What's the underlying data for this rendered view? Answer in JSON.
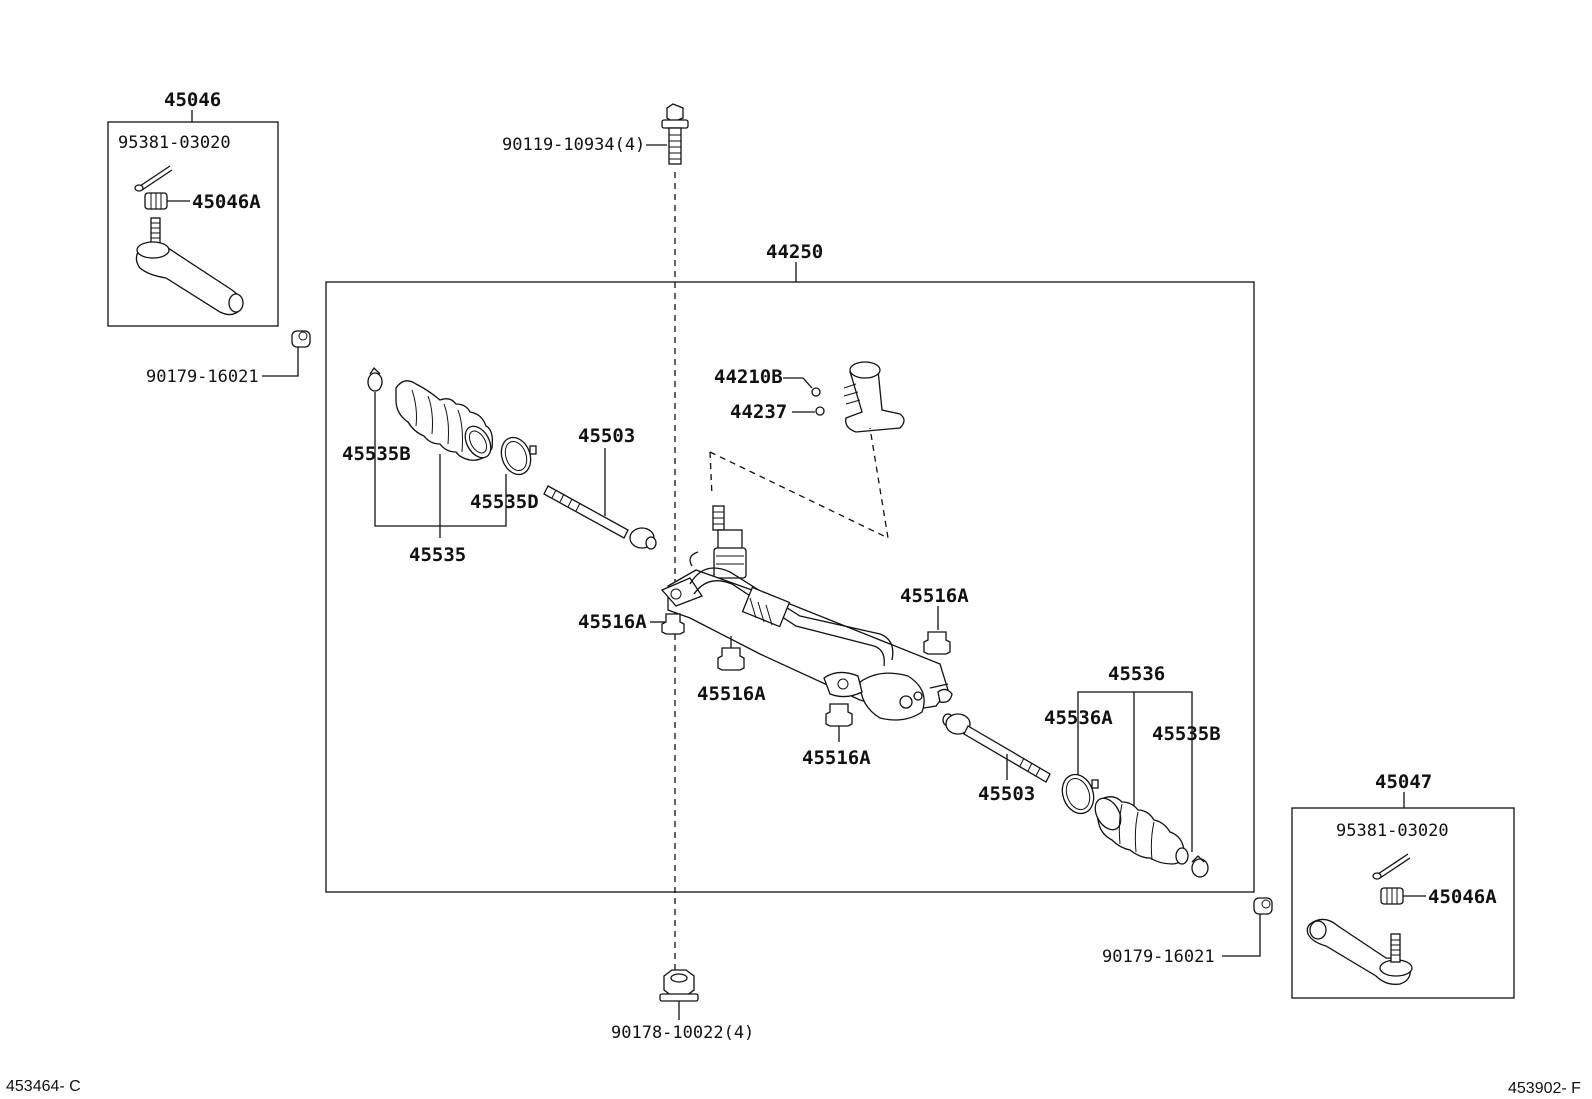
{
  "labels": {
    "assy_left": "45046",
    "assy_left_pin": "95381-03020",
    "assy_left_nut": "45046A",
    "bolt_top": "90119-10934(4)",
    "nut_left": "90179-16021",
    "rack_assy": "44250",
    "part_44210b": "44210B",
    "part_44237": "44237",
    "clamp_left": "45535B",
    "band_left": "45535D",
    "boot_kit_left": "45535",
    "tie_rod_left": "45503",
    "grommet_1": "45516A",
    "grommet_2": "45516A",
    "grommet_3": "45516A",
    "grommet_4": "45516A",
    "boot_kit_right": "45536",
    "band_right": "45536A",
    "clamp_right": "45535B",
    "tie_rod_right": "45503",
    "assy_right": "45047",
    "assy_right_pin": "95381-03020",
    "assy_right_nut": "45046A",
    "nut_right": "90179-16021",
    "nut_bottom": "90178-10022(4)"
  },
  "footer": {
    "left_code": "453464- C",
    "right_code": "453902- F"
  }
}
